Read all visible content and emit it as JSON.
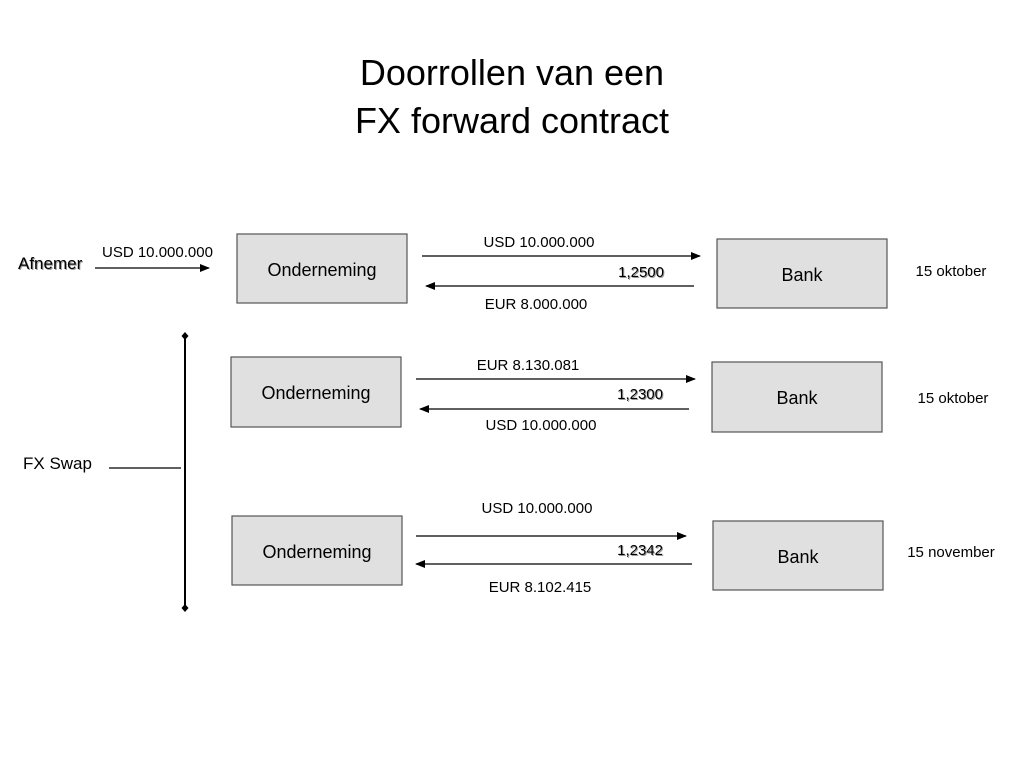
{
  "title": {
    "line1": "Doorrollen van een",
    "line2": "FX forward contract"
  },
  "afnemer": {
    "label": "Afnemer",
    "amount": "USD 10.000.000"
  },
  "fx_swap": {
    "label": "FX Swap"
  },
  "rows": [
    {
      "left_box": "Onderneming",
      "right_box": "Bank",
      "top_amount": "USD 10.000.000",
      "rate": "1,2500",
      "bottom_amount": "EUR 8.000.000",
      "date": "15 oktober"
    },
    {
      "left_box": "Onderneming",
      "right_box": "Bank",
      "top_amount": "EUR 8.130.081",
      "rate": "1,2300",
      "bottom_amount": "USD 10.000.000",
      "date": "15 oktober"
    },
    {
      "left_box": "Onderneming",
      "right_box": "Bank",
      "top_amount": "USD 10.000.000",
      "rate": "1,2342",
      "bottom_amount": "EUR 8.102.415",
      "date": "15 november"
    }
  ]
}
